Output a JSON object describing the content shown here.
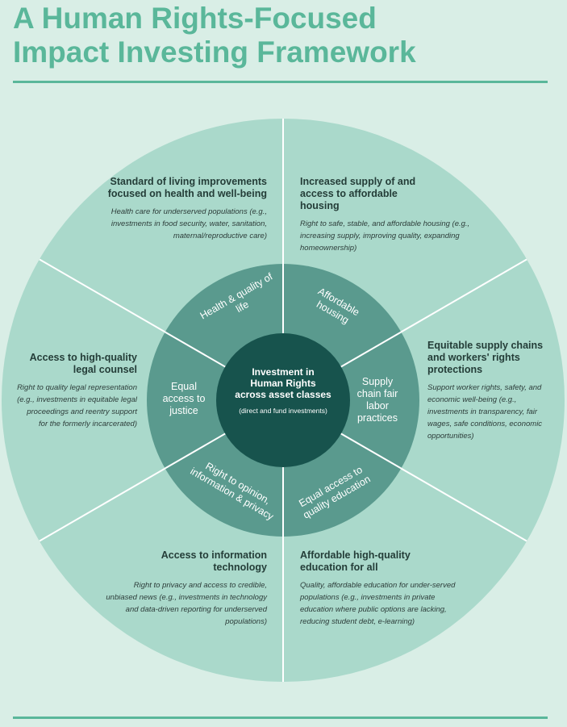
{
  "title_line1": "A Human Rights-Focused",
  "title_line2": "Impact Investing Framework",
  "colors": {
    "title": "#5ab79a",
    "outer_ring": "#aad9cb",
    "inner_ring": "#5a9a8e",
    "center": "#17534d",
    "background": "#d9eee6"
  },
  "center": {
    "title": "Investment in Human Rights across asset classes",
    "subtitle": "(direct and fund investments)"
  },
  "inner_segments": [
    {
      "label": "Health & quality of life"
    },
    {
      "label": "Affordable housing"
    },
    {
      "label": "Supply chain fair labor practices"
    },
    {
      "label": "Equal access to quality education"
    },
    {
      "label": "Right to opinion, information & privacy"
    },
    {
      "label": "Equal access to justice"
    }
  ],
  "outer_segments": [
    {
      "heading": "Standard of living improvements focused on health and well-being",
      "description": "Health care for underserved populations (e.g., investments in food security, water, sanitation, maternal/reproductive care)"
    },
    {
      "heading": "Increased supply of and access to affordable housing",
      "description": "Right to safe, stable, and affordable housing (e.g., increasing supply, improving quality, expanding homeownership)"
    },
    {
      "heading": "Equitable supply chains and workers' rights protections",
      "description": "Support worker rights, safety, and economic well-being (e.g., investments in transparency, fair wages, safe conditions, economic opportunities)"
    },
    {
      "heading": "Affordable high-quality education for all",
      "description": "Quality, affordable education for under-served populations (e.g., investments in private education where public options are lacking, reducing student debt, e-learning)"
    },
    {
      "heading": "Access to information technology",
      "description": "Right to privacy and access to credible, unbiased news (e.g., investments in technology and data-driven reporting for underserved populations)"
    },
    {
      "heading": "Access to high-quality legal counsel",
      "description": "Right to quality legal representation (e.g., investments in equitable legal proceedings and reentry support for the formerly incarcerated)"
    }
  ]
}
